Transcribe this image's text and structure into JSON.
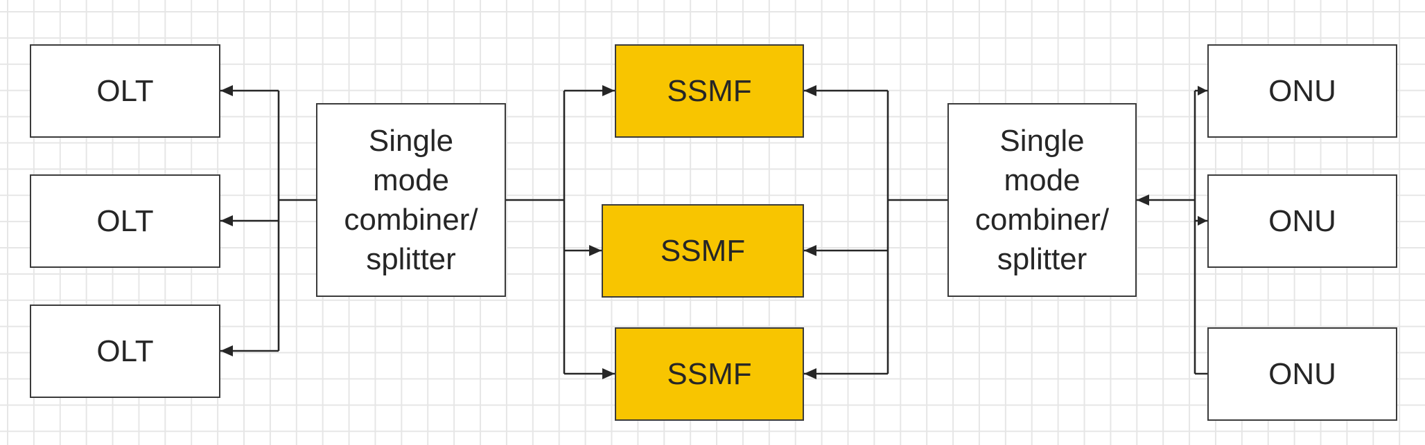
{
  "diagram": {
    "olt_nodes": [
      "OLT",
      "OLT",
      "OLT"
    ],
    "left_splitter": "Single\nmode\ncombiner/\nsplitter",
    "ssmf_nodes": [
      "SSMF",
      "SSMF",
      "SSMF"
    ],
    "right_splitter": "Single\nmode\ncombiner/\nsplitter",
    "onu_nodes": [
      "ONU",
      "ONU",
      "ONU"
    ]
  },
  "colors": {
    "fiber_fill": "#f8c500",
    "box_border": "#3a3a3a",
    "line": "#262626",
    "grid": "#e6e6e6"
  }
}
